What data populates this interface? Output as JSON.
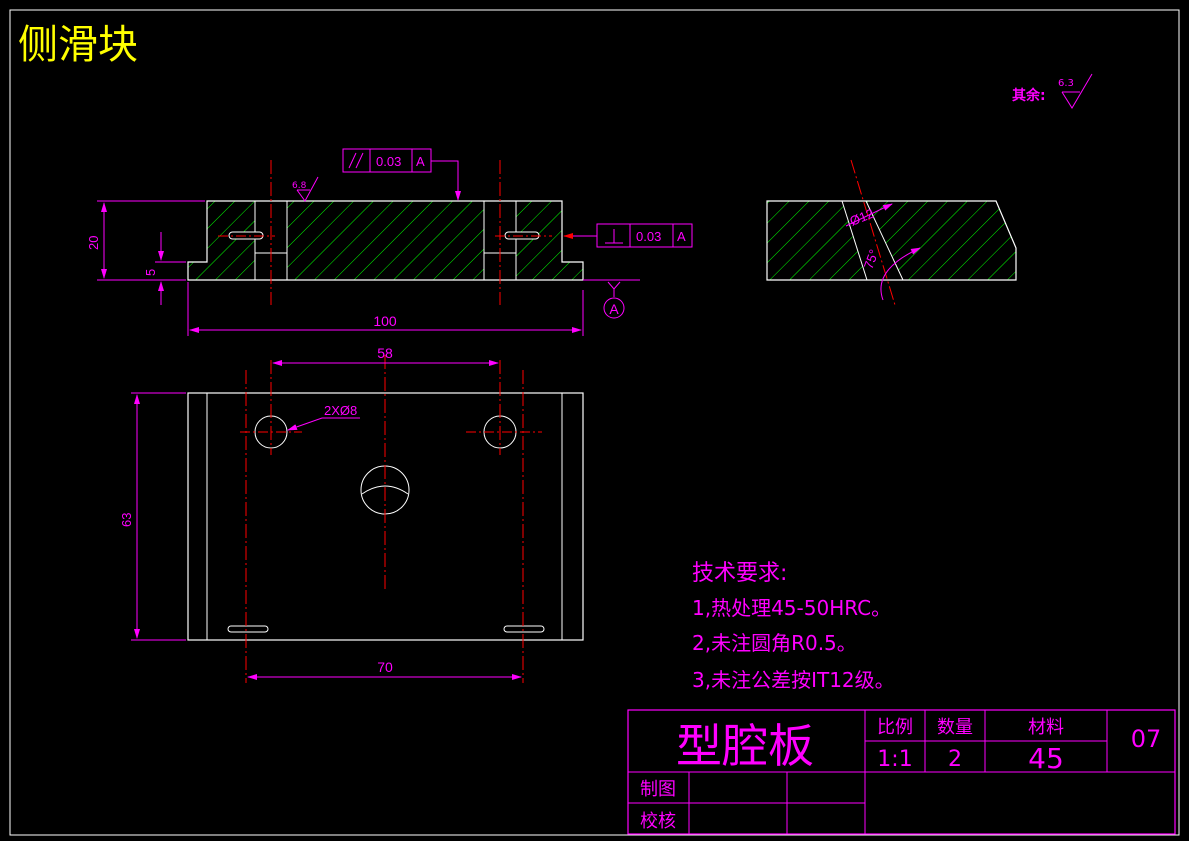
{
  "drawing_title": "侧滑块",
  "surface_note": {
    "label": "其余:",
    "roughness": "6.3"
  },
  "front_view": {
    "roughness": "6.8",
    "parallelism": {
      "value": "0.03",
      "datum": "A"
    },
    "perpendicularity": {
      "value": "0.03",
      "datum": "A"
    },
    "datum_label": "A",
    "dims": {
      "height": "20",
      "step": "5",
      "length": "100"
    }
  },
  "side_view": {
    "diameter": "Ø12",
    "angle": "75°"
  },
  "top_view": {
    "dims": {
      "hole_spacing": "58",
      "width": "63",
      "slot_span": "70"
    },
    "hole_callout": "2XØ8"
  },
  "tech_req": {
    "heading": "技术要求:",
    "items": [
      "1,热处理45-50HRC。",
      "2,未注圆角R0.5。",
      "3,未注公差按IT12级。"
    ]
  },
  "title_block": {
    "part_name": "型腔板",
    "scale_label": "比例",
    "qty_label": "数量",
    "material_label": "材料",
    "scale": "1:1",
    "qty": "2",
    "material": "45",
    "drawing_no": "07",
    "drawn_label": "制图",
    "checked_label": "校核"
  },
  "colors": {
    "background": "#000000",
    "outline": "#ffffff",
    "dimension": "#ff00ff",
    "centerline": "#ff0000",
    "hatch": "#00ff00",
    "title": "#ffff00"
  }
}
